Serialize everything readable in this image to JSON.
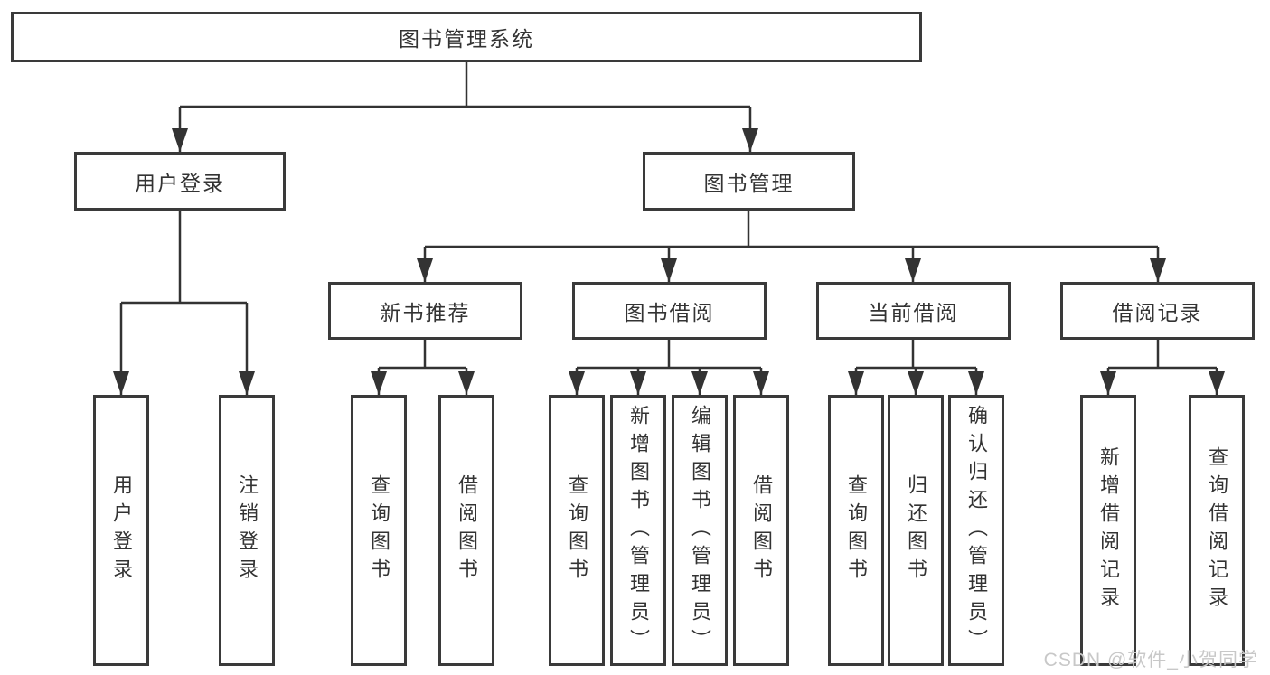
{
  "diagram": {
    "root": {
      "label": "图书管理系统",
      "children": [
        {
          "label": "用户登录",
          "children": [
            {
              "label": "用户登录"
            },
            {
              "label": "注销登录"
            }
          ]
        },
        {
          "label": "图书管理",
          "children": [
            {
              "label": "新书推荐",
              "children": [
                {
                  "label": "查询图书"
                },
                {
                  "label": "借阅图书"
                }
              ]
            },
            {
              "label": "图书借阅",
              "children": [
                {
                  "label": "查询图书"
                },
                {
                  "label": "新增图书（管理员）"
                },
                {
                  "label": "编辑图书（管理员）"
                },
                {
                  "label": "借阅图书"
                }
              ]
            },
            {
              "label": "当前借阅",
              "children": [
                {
                  "label": "查询图书"
                },
                {
                  "label": "归还图书"
                },
                {
                  "label": "确认归还（管理员）"
                }
              ]
            },
            {
              "label": "借阅记录",
              "children": [
                {
                  "label": "新增借阅记录"
                },
                {
                  "label": "查询借阅记录"
                }
              ]
            }
          ]
        }
      ]
    }
  },
  "watermark": {
    "text": "CSDN @软件_小贺同学"
  },
  "colors": {
    "line": "#333333",
    "border": "#3a3a3a",
    "text": "#333333",
    "watermark": "#c8c8c8",
    "background": "#ffffff"
  }
}
